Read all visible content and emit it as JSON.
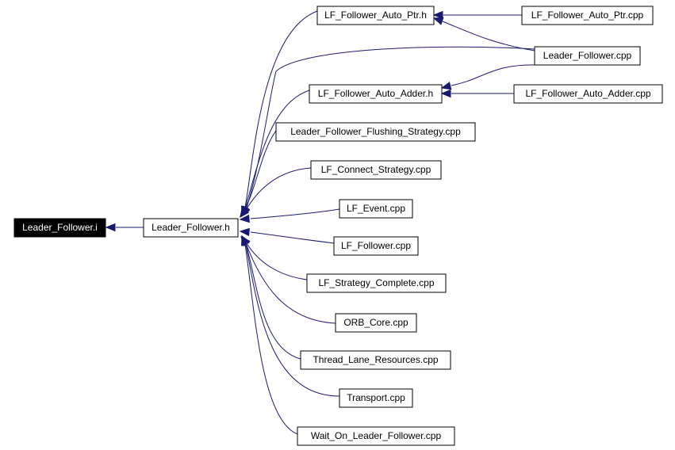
{
  "graph": {
    "nodes": [
      {
        "id": "n_li",
        "label": "Leader_Follower.i"
      },
      {
        "id": "n_h",
        "label": "Leader_Follower.h"
      },
      {
        "id": "n_autoptr_h",
        "label": "LF_Follower_Auto_Ptr.h"
      },
      {
        "id": "n_autoptr_cpp",
        "label": "LF_Follower_Auto_Ptr.cpp"
      },
      {
        "id": "n_lf_cpp",
        "label": "Leader_Follower.cpp"
      },
      {
        "id": "n_adder_h",
        "label": "LF_Follower_Auto_Adder.h"
      },
      {
        "id": "n_adder_cpp",
        "label": "LF_Follower_Auto_Adder.cpp"
      },
      {
        "id": "n_flush",
        "label": "Leader_Follower_Flushing_Strategy.cpp"
      },
      {
        "id": "n_connect",
        "label": "LF_Connect_Strategy.cpp"
      },
      {
        "id": "n_event",
        "label": "LF_Event.cpp"
      },
      {
        "id": "n_follower",
        "label": "LF_Follower.cpp"
      },
      {
        "id": "n_complete",
        "label": "LF_Strategy_Complete.cpp"
      },
      {
        "id": "n_orb",
        "label": "ORB_Core.cpp"
      },
      {
        "id": "n_thread",
        "label": "Thread_Lane_Resources.cpp"
      },
      {
        "id": "n_transport",
        "label": "Transport.cpp"
      },
      {
        "id": "n_wait",
        "label": "Wait_On_Leader_Follower.cpp"
      }
    ],
    "edges": [
      {
        "from": "n_h",
        "to": "n_li"
      },
      {
        "from": "n_autoptr_h",
        "to": "n_h"
      },
      {
        "from": "n_lf_cpp",
        "to": "n_h"
      },
      {
        "from": "n_adder_h",
        "to": "n_h"
      },
      {
        "from": "n_flush",
        "to": "n_h"
      },
      {
        "from": "n_connect",
        "to": "n_h"
      },
      {
        "from": "n_event",
        "to": "n_h"
      },
      {
        "from": "n_follower",
        "to": "n_h"
      },
      {
        "from": "n_complete",
        "to": "n_h"
      },
      {
        "from": "n_orb",
        "to": "n_h"
      },
      {
        "from": "n_thread",
        "to": "n_h"
      },
      {
        "from": "n_transport",
        "to": "n_h"
      },
      {
        "from": "n_wait",
        "to": "n_h"
      },
      {
        "from": "n_autoptr_cpp",
        "to": "n_autoptr_h"
      },
      {
        "from": "n_lf_cpp",
        "to": "n_autoptr_h"
      },
      {
        "from": "n_adder_cpp",
        "to": "n_adder_h"
      },
      {
        "from": "n_lf_cpp",
        "to": "n_adder_h"
      }
    ],
    "colors": {
      "edge": "#191970",
      "focus_fill": "#000000",
      "focus_text": "#ffffff"
    }
  }
}
